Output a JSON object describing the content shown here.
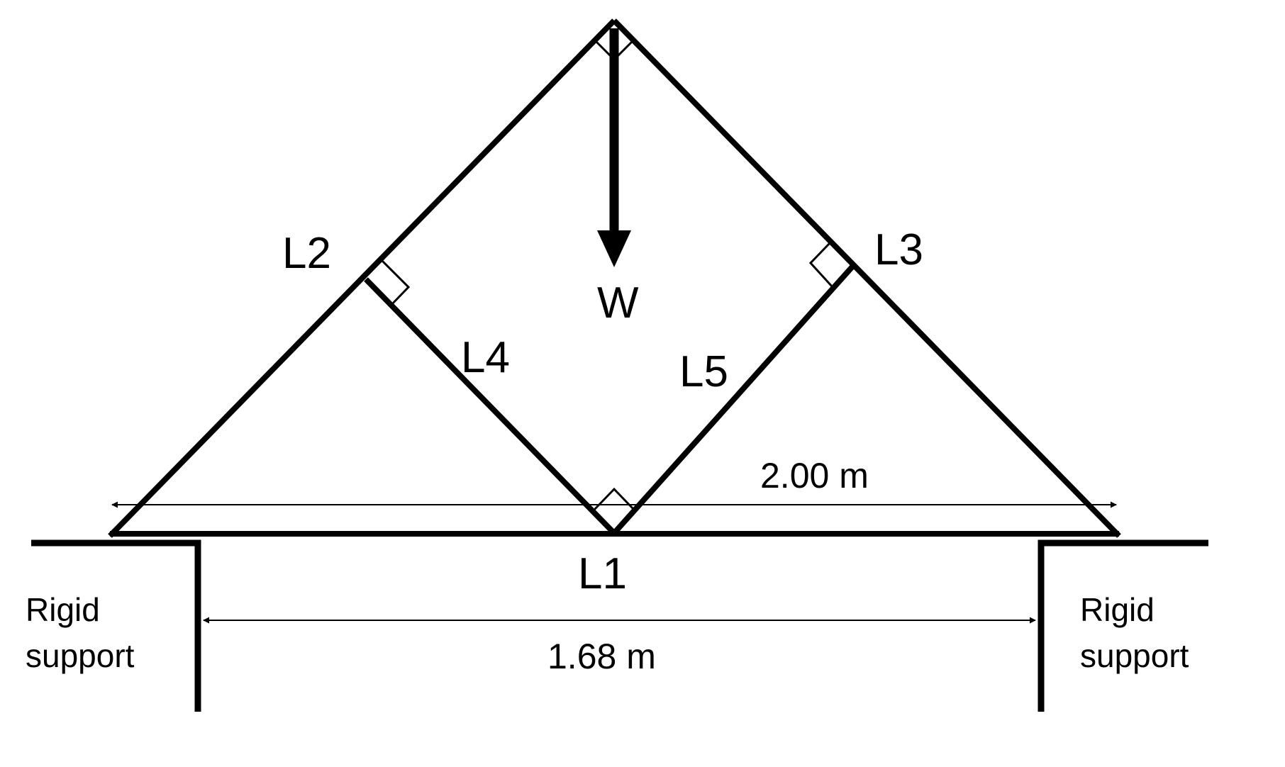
{
  "diagram": {
    "members": {
      "l1": "L1",
      "l2": "L2",
      "l3": "L3",
      "l4": "L4",
      "l5": "L5"
    },
    "load": {
      "label": "W"
    },
    "dimensions": {
      "truss_base": "2.00 m",
      "support_gap": "1.68 m"
    },
    "supports": {
      "left": {
        "line1": "Rigid",
        "line2": "support"
      },
      "right": {
        "line1": "Rigid",
        "line2": "support"
      }
    },
    "colors": {
      "ink": "#000000",
      "background": "#ffffff"
    }
  }
}
